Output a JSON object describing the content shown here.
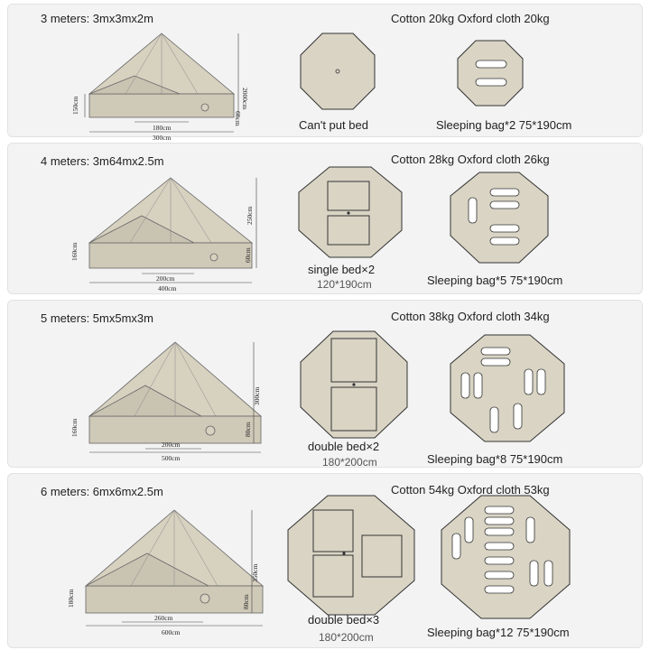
{
  "panels": [
    {
      "title": "3 meters: 3mx3mx2m",
      "weight": "Cotton 20kg Oxford cloth 20kg",
      "dims": {
        "height_total": "2000cm",
        "wall_side": "150cm",
        "wall_right": "60cm",
        "door_width": "180cm",
        "base_width": "300cm"
      },
      "floor1": {
        "label": "Can't put bed",
        "sub": ""
      },
      "floor2": {
        "label": "Sleeping bag*2  75*190cm"
      },
      "bags": 2,
      "beds": 0
    },
    {
      "title": "4 meters: 3m64mx2.5m",
      "weight": "Cotton 28kg Oxford cloth 26kg",
      "dims": {
        "height_total": "250cm",
        "wall_side": "160cm",
        "wall_right": "60cm",
        "door_width": "200cm",
        "base_width": "400cm"
      },
      "floor1": {
        "label": "single bed×2",
        "sub": "120*190cm"
      },
      "floor2": {
        "label": "Sleeping bag*5  75*190cm"
      },
      "bags": 5,
      "beds": 2
    },
    {
      "title": "5 meters: 5mx5mx3m",
      "weight": "Cotton 38kg Oxford cloth 34kg",
      "dims": {
        "height_total": "300cm",
        "wall_side": "160cm",
        "wall_right": "80cm",
        "door_width": "200cm",
        "base_width": "500cm"
      },
      "floor1": {
        "label": "double bed×2",
        "sub": "180*200cm"
      },
      "floor2": {
        "label": "Sleeping bag*8  75*190cm"
      },
      "bags": 8,
      "beds": 2
    },
    {
      "title": "6 meters: 6mx6mx2.5m",
      "weight": "Cotton 54kg Oxford cloth 53kg",
      "dims": {
        "height_total": "350cm",
        "wall_side": "180cm",
        "wall_right": "80cm",
        "door_width": "260cm",
        "base_width": "600cm"
      },
      "floor1": {
        "label": "double bed×3",
        "sub": "180*200cm"
      },
      "floor2": {
        "label": "Sleeping bag*12  75*190cm"
      },
      "bags": 12,
      "beds": 3
    }
  ],
  "colors": {
    "canvas": "#cfc9b8",
    "roof": "#d7d1c0",
    "line": "#555555",
    "panel": "#f3f3f3"
  }
}
